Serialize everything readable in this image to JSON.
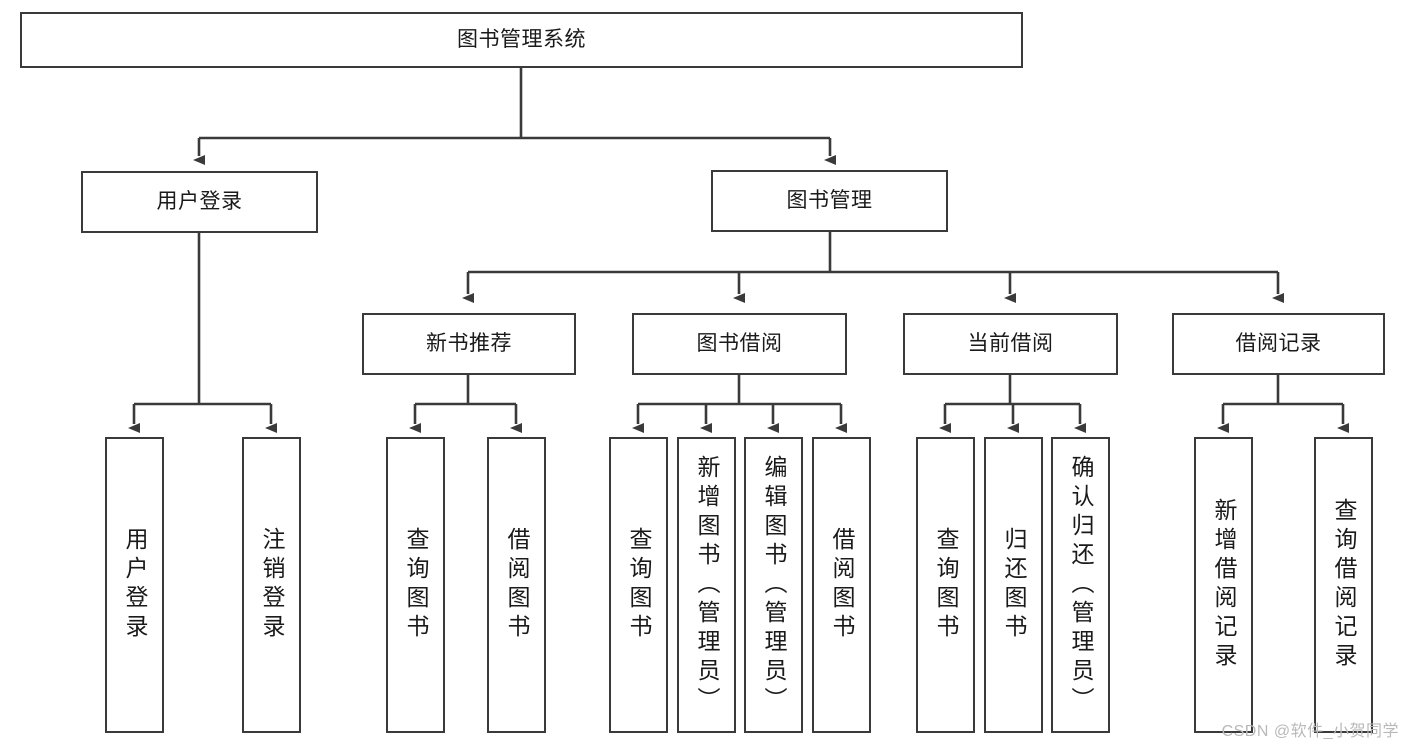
{
  "diagram": {
    "type": "tree",
    "title": "图书管理系统",
    "root": {
      "id": "root",
      "label": "图书管理系统"
    },
    "level2": [
      {
        "id": "user-login",
        "label": "用户登录"
      },
      {
        "id": "book-manage",
        "label": "图书管理"
      }
    ],
    "level3": [
      {
        "id": "new-book-rec",
        "label": "新书推荐"
      },
      {
        "id": "book-borrow",
        "label": "图书借阅"
      },
      {
        "id": "current-borrow",
        "label": "当前借阅"
      },
      {
        "id": "borrow-record",
        "label": "借阅记录"
      }
    ],
    "leaves": {
      "user-login": [
        {
          "id": "leaf-user-login",
          "label": "用户登录"
        },
        {
          "id": "leaf-logout",
          "label": "注销登录"
        }
      ],
      "new-book-rec": [
        {
          "id": "leaf-query-book-1",
          "label": "查询图书"
        },
        {
          "id": "leaf-borrow-book-1",
          "label": "借阅图书"
        }
      ],
      "book-borrow": [
        {
          "id": "leaf-query-book-2",
          "label": "查询图书"
        },
        {
          "id": "leaf-add-book",
          "label": "新增图书（管理员）"
        },
        {
          "id": "leaf-edit-book",
          "label": "编辑图书（管理员）"
        },
        {
          "id": "leaf-borrow-book-2",
          "label": "借阅图书"
        }
      ],
      "current-borrow": [
        {
          "id": "leaf-query-book-3",
          "label": "查询图书"
        },
        {
          "id": "leaf-return-book",
          "label": "归还图书"
        },
        {
          "id": "leaf-confirm-return",
          "label": "确认归还（管理员）"
        }
      ],
      "borrow-record": [
        {
          "id": "leaf-add-record",
          "label": "新增借阅记录"
        },
        {
          "id": "leaf-query-record",
          "label": "查询借阅记录"
        }
      ]
    }
  },
  "watermark": {
    "text": "CSDN @软件_小贺同学"
  },
  "colors": {
    "border": "#3a3a3a",
    "background": "#ffffff",
    "text": "#1a1a1a",
    "watermark": "#b9b9b9"
  }
}
